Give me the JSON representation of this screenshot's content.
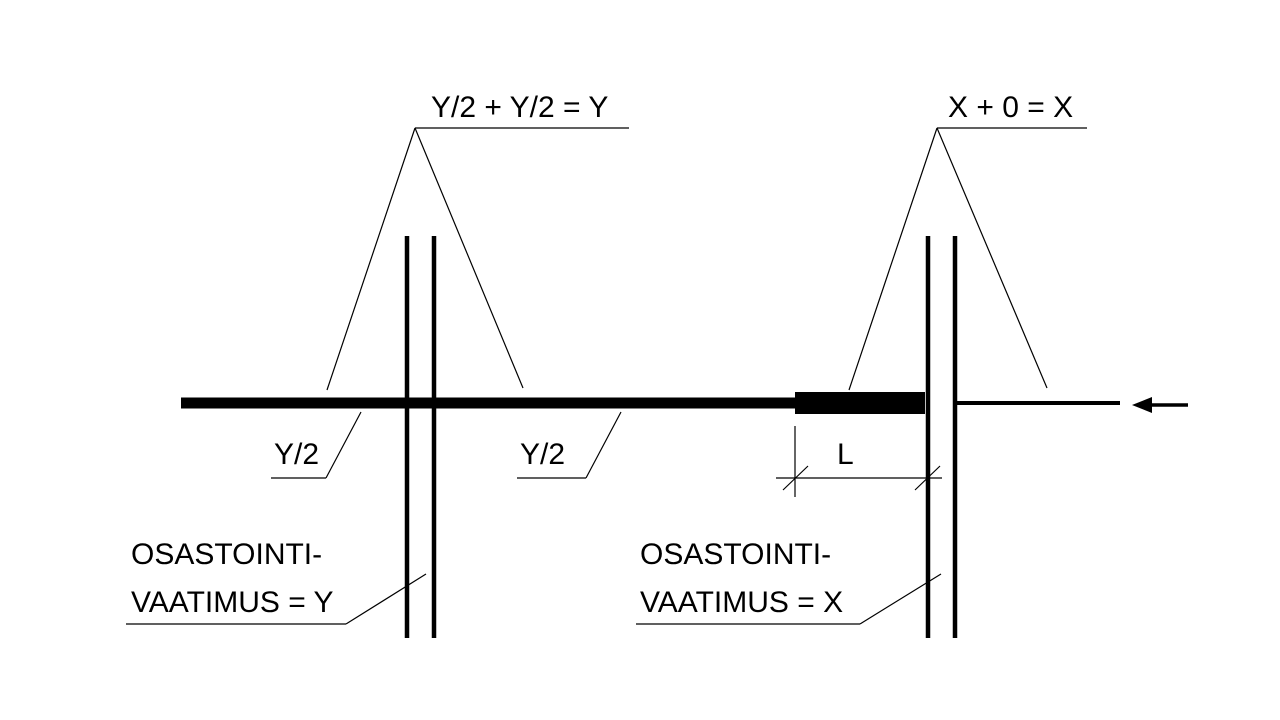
{
  "labels": {
    "left_total": "Y/2 + Y/2 = Y",
    "right_total": "X + 0 = X",
    "left_half_1": "Y/2",
    "left_half_2": "Y/2",
    "length": "L",
    "left_requirement_line1": "OSASTOINTI-",
    "left_requirement_line2": "VAATIMUS = Y",
    "right_requirement_line1": "OSASTOINTI-",
    "right_requirement_line2": "VAATIMUS = X"
  },
  "icons": {
    "direction_arrow": "arrow-left-icon"
  },
  "colors": {
    "line": "#000000",
    "background": "#ffffff"
  }
}
